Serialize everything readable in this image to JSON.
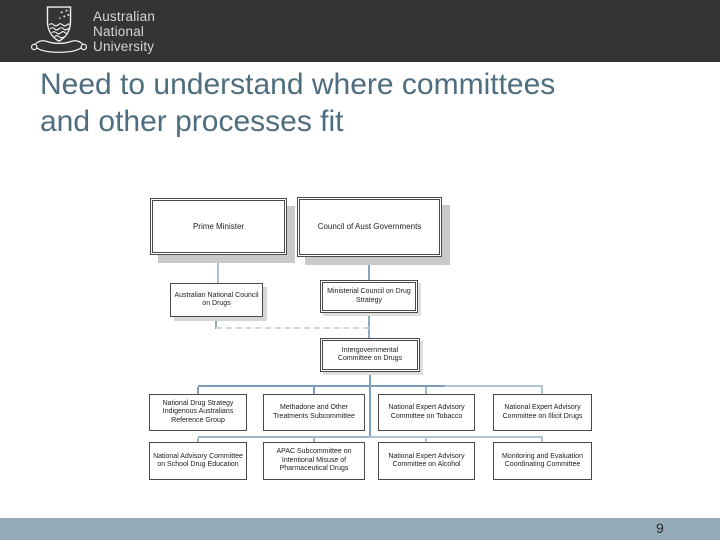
{
  "header": {
    "university_name_lines": [
      "Australian",
      "National",
      "University"
    ],
    "bg_color": "#333436",
    "text_color": "#d6d6d6",
    "logo_icon": "anu-crest-icon"
  },
  "slide": {
    "title_lines": [
      "Need to understand where committees",
      "and other processes fit"
    ],
    "title_color": "#4e6d7e",
    "page_number": "9",
    "footer_bar_color": "#93abb9"
  },
  "org_chart": {
    "connector_color": "#7b9cb8",
    "dashed_connector_color": "#8fa8be",
    "nodes": [
      {
        "id": "pm",
        "label": "Prime Minister"
      },
      {
        "id": "coag",
        "label": "Council of Aust Governments"
      },
      {
        "id": "ancd",
        "label": "Australian National Council on Drugs"
      },
      {
        "id": "mcds",
        "label": "Ministerial Council on Drug Strategy"
      },
      {
        "id": "icd",
        "label": "Intergovernmental Committee on Drugs"
      },
      {
        "id": "ndsiarg",
        "label": "National Drug Strategy Indigenous Australians Reference Group"
      },
      {
        "id": "mots",
        "label": "Methadone and Other Treatments Subcommittee"
      },
      {
        "id": "neact",
        "label": "National Expert Advisory Committee on Tobacco"
      },
      {
        "id": "neacid",
        "label": "National Expert Advisory Committee on Illicit Drugs"
      },
      {
        "id": "nacsde",
        "label": "National Advisory Committee on School Drug Education"
      },
      {
        "id": "apac",
        "label": "APAC Subcommittee on Intentional Misuse of Pharmaceutical Drugs"
      },
      {
        "id": "neaca",
        "label": "National Expert Advisory Committee on Alcohol"
      },
      {
        "id": "mecc",
        "label": "Monitoring and Evaluation Coordinating Committee"
      }
    ],
    "edges": [
      {
        "from": "pm",
        "to": "ancd",
        "style": "solid"
      },
      {
        "from": "coag",
        "to": "mcds",
        "style": "solid"
      },
      {
        "from": "mcds",
        "to": "icd",
        "style": "solid"
      },
      {
        "from": "ancd",
        "to": "icd",
        "style": "dashed"
      },
      {
        "from": "icd",
        "to": "ndsiarg",
        "style": "solid"
      },
      {
        "from": "icd",
        "to": "mots",
        "style": "solid"
      },
      {
        "from": "icd",
        "to": "neact",
        "style": "solid"
      },
      {
        "from": "icd",
        "to": "neacid",
        "style": "solid"
      },
      {
        "from": "icd",
        "to": "nacsde",
        "style": "solid"
      },
      {
        "from": "icd",
        "to": "apac",
        "style": "solid"
      },
      {
        "from": "icd",
        "to": "neaca",
        "style": "solid"
      },
      {
        "from": "icd",
        "to": "mecc",
        "style": "solid"
      }
    ]
  }
}
